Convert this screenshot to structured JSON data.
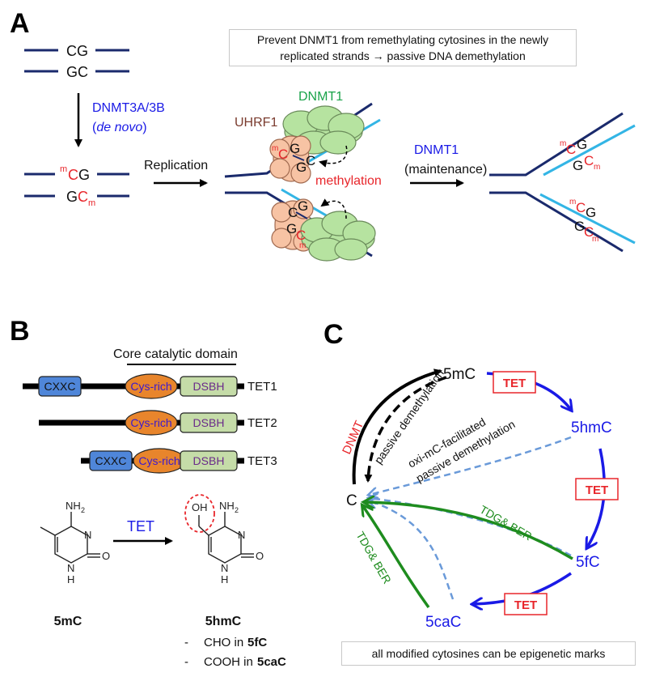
{
  "panel_a": {
    "label": "A",
    "note_line1": "Prevent DNMT1 from remethylating cytosines in the newly",
    "note_line2": "replicated strands → passive DNA demethylation",
    "top_cg": "CG",
    "top_gc": "GC",
    "dnmt3": "DNMT3A/3B",
    "de_novo": "(de novo)",
    "m_sup": "m",
    "c": "C",
    "g": "G",
    "replication": "Replication",
    "dnmt1": "DNMT1",
    "uhrf1": "UHRF1",
    "methylation": "methylation",
    "dnmt1_right": "DNMT1",
    "maintenance": "(maintenance)"
  },
  "panel_b": {
    "label": "B",
    "core_domain": "Core catalytic domain",
    "cxxc": "CXXC",
    "cys_rich": "Cys-rich",
    "dsbh": "DSBH",
    "tet1": "TET1",
    "tet2": "TET2",
    "tet3": "TET3",
    "tet_arrow": "TET",
    "nh2": "NH",
    "sub2": "2",
    "oh": "OH",
    "n": "N",
    "h": "H",
    "o": "O",
    "mol1": "5mC",
    "mol2": "5hmC",
    "dash": "-",
    "cho_in": "CHO in",
    "fivefc": "5fC",
    "cooh_in": "COOH in",
    "fivecac": "5caC"
  },
  "panel_c": {
    "label": "C",
    "n_5mc": "5mC",
    "n_5hmc": "5hmC",
    "n_5fc": "5fC",
    "n_5cac": "5caC",
    "n_c": "C",
    "tet": "TET",
    "dnmt": "DNMT",
    "passive": "passive demethylation",
    "oxi1": "oxi-mC-facilitated",
    "oxi2": "passive demethylation",
    "tdg1": "TDG& BER",
    "tdg2": "TDG& BER",
    "footer": "all modified cytosines can be epigenetic marks"
  },
  "colors": {
    "navy": "#1a2a6c",
    "cyan": "#33b5e5",
    "red": "#e8262b",
    "blue": "#1a1ae6",
    "green": "#1e8c1e",
    "cloud_green": "#b6e3a0",
    "cloud_orange": "#f7c3a4",
    "cxxc_blue": "#4f86d9",
    "cys_orange": "#e8852c",
    "dsbh_green": "#c5dca8",
    "dash_blue": "#6a9ad9"
  }
}
